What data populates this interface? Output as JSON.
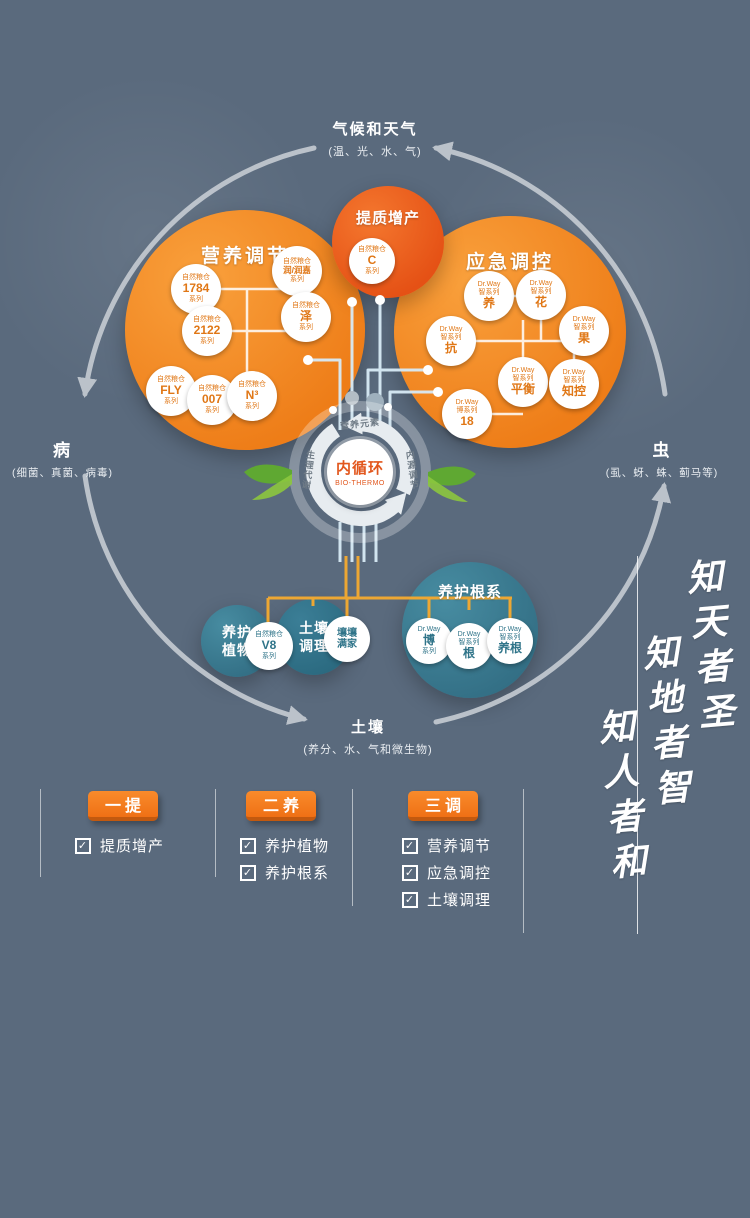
{
  "colors": {
    "background": "#5a6a7d",
    "orange": "#ef8220",
    "deep_orange": "#e4561a",
    "teal": "#35758c",
    "accent_yellow": "#eda733",
    "line_blue": "#d8ebf6",
    "arrow_gray": "#c6ccd3",
    "leaf_green": "#5fa832",
    "white": "#ffffff"
  },
  "cycle": {
    "top": {
      "title": "气候和天气",
      "subtitle": "(温、光、水、气)"
    },
    "left": {
      "title": "病",
      "subtitle": "(细菌、真菌、病毒)"
    },
    "right": {
      "title": "虫",
      "subtitle": "(虱、蚜、蛛、蓟马等)"
    },
    "bottom": {
      "title": "土壤",
      "subtitle": "(养分、水、气和微生物)"
    }
  },
  "center_hub": {
    "title": "内循环",
    "subtitle": "BIO-THERMO",
    "ring_labels": [
      "营养元素",
      "生理代谢",
      "内源调节"
    ]
  },
  "groups": {
    "tizhi": {
      "title": "提质增产",
      "items": [
        [
          "自然粮仓",
          "C",
          "系列"
        ]
      ]
    },
    "yingyang": {
      "title": "营养调节",
      "items": [
        [
          "自然粮仓",
          "1784",
          "系列"
        ],
        [
          "自然粮仓",
          "润/润嘉",
          "系列"
        ],
        [
          "自然粮仓",
          "2122",
          "系列"
        ],
        [
          "自然粮仓",
          "泽",
          "系列"
        ],
        [
          "自然粮仓",
          "FLY",
          "系列"
        ],
        [
          "自然粮仓",
          "007",
          "系列"
        ],
        [
          "自然粮仓",
          "N³",
          "系列"
        ]
      ]
    },
    "yingji": {
      "title": "应急调控",
      "items": [
        [
          "Dr.Way",
          "智系列",
          "养"
        ],
        [
          "Dr.Way",
          "智系列",
          "花"
        ],
        [
          "Dr.Way",
          "智系列",
          "果"
        ],
        [
          "Dr.Way",
          "智系列",
          "抗"
        ],
        [
          "Dr.Way",
          "智系列",
          "平衡"
        ],
        [
          "Dr.Way",
          "智系列",
          "知控"
        ],
        [
          "Dr.Way",
          "博系列",
          "18"
        ]
      ]
    },
    "zhiwu": {
      "title": "养护植物",
      "items": [
        [
          "自然粮仓",
          "V8",
          "系列"
        ]
      ]
    },
    "turang": {
      "title": "土壤调理",
      "items": [
        [
          "壤壤",
          "满家"
        ]
      ]
    },
    "genxi": {
      "title": "养护根系",
      "items": [
        [
          "Dr.Way",
          "博",
          "系列"
        ],
        [
          "Dr.Way",
          "智系列",
          "根"
        ],
        [
          "Dr.Way",
          "智系列",
          "养根"
        ]
      ]
    }
  },
  "legend": {
    "sections": [
      {
        "badge": "一提",
        "items": [
          "提质增产"
        ]
      },
      {
        "badge": "二养",
        "items": [
          "养护植物",
          "养护根系"
        ]
      },
      {
        "badge": "三调",
        "items": [
          "营养调节",
          "应急调控",
          "土壤调理"
        ]
      }
    ]
  },
  "calligraphy": {
    "lines": [
      "知天者圣",
      "知地者智",
      "知人者和"
    ]
  }
}
